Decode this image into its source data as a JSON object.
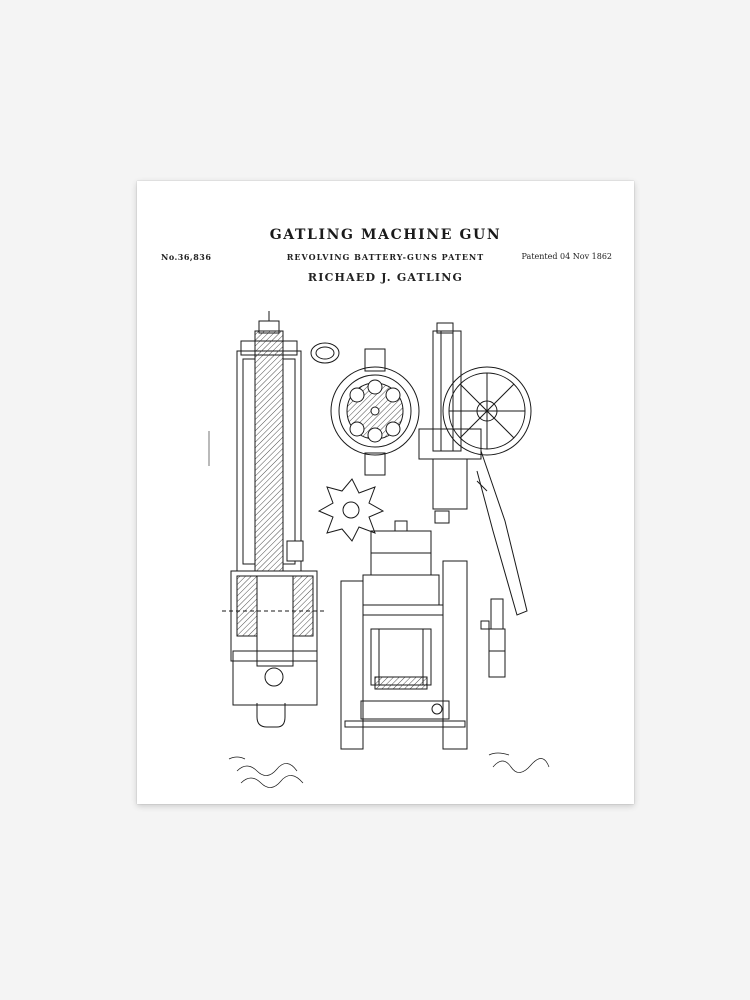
{
  "poster": {
    "title": "GATLING MACHINE GUN",
    "patent_number": "No.36,836",
    "subtitle": "REVOLVING BATTERY-GUNS PATENT",
    "patent_date": "Patented 04 Nov 1862",
    "inventor": "RICHAED J. GATLING"
  },
  "colors": {
    "page_background": "#f4f4f4",
    "print_background": "#ffffff",
    "ink": "#1a1a1a"
  }
}
